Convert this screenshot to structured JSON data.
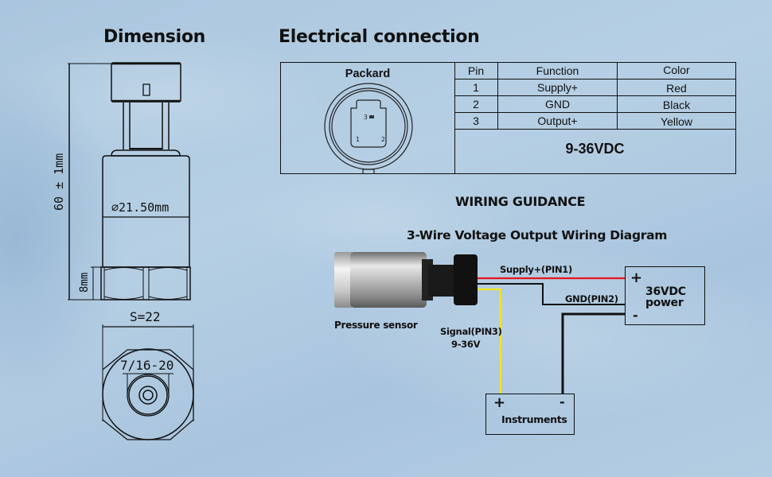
{
  "dimension": {
    "title": "Dimension",
    "height_label": "60 ± 1mm",
    "diameter_label": "∅21.50mm",
    "hex_height_label": "8mm",
    "hex_size_label": "S=22",
    "thread_label": "7/16-20"
  },
  "electrical": {
    "title": "Electrical connection",
    "connector_name": "Packard",
    "connector_pins": [
      "3",
      "1",
      "2"
    ],
    "table_headers": [
      "Pin",
      "Function",
      "Color"
    ],
    "rows": [
      {
        "pin": "1",
        "function": "Supply+",
        "color": "Red"
      },
      {
        "pin": "2",
        "function": "GND",
        "color": "Black"
      },
      {
        "pin": "3",
        "function": "Output+",
        "color": "Yellow"
      }
    ],
    "voltage": "9-36VDC"
  },
  "wiring": {
    "title": "WIRING GUIDANCE",
    "subtitle": "3-Wire  Voltage Output Wiring Diagram",
    "sensor_label": "Pressure sensor",
    "supply_label": "Supply+(PIN1)",
    "gnd_label": "GND(PIN2)",
    "signal_label": "Signal(PIN3)",
    "signal_range": "9-36V",
    "power_box": {
      "plus": "+",
      "minus": "-",
      "line1": "36VDC",
      "line2": "power"
    },
    "instrument_box": {
      "plus": "+",
      "minus": "-",
      "label": "Instruments"
    },
    "wire_colors": {
      "supply": "#e8141b",
      "gnd": "#111111",
      "signal": "#f5e614"
    }
  }
}
